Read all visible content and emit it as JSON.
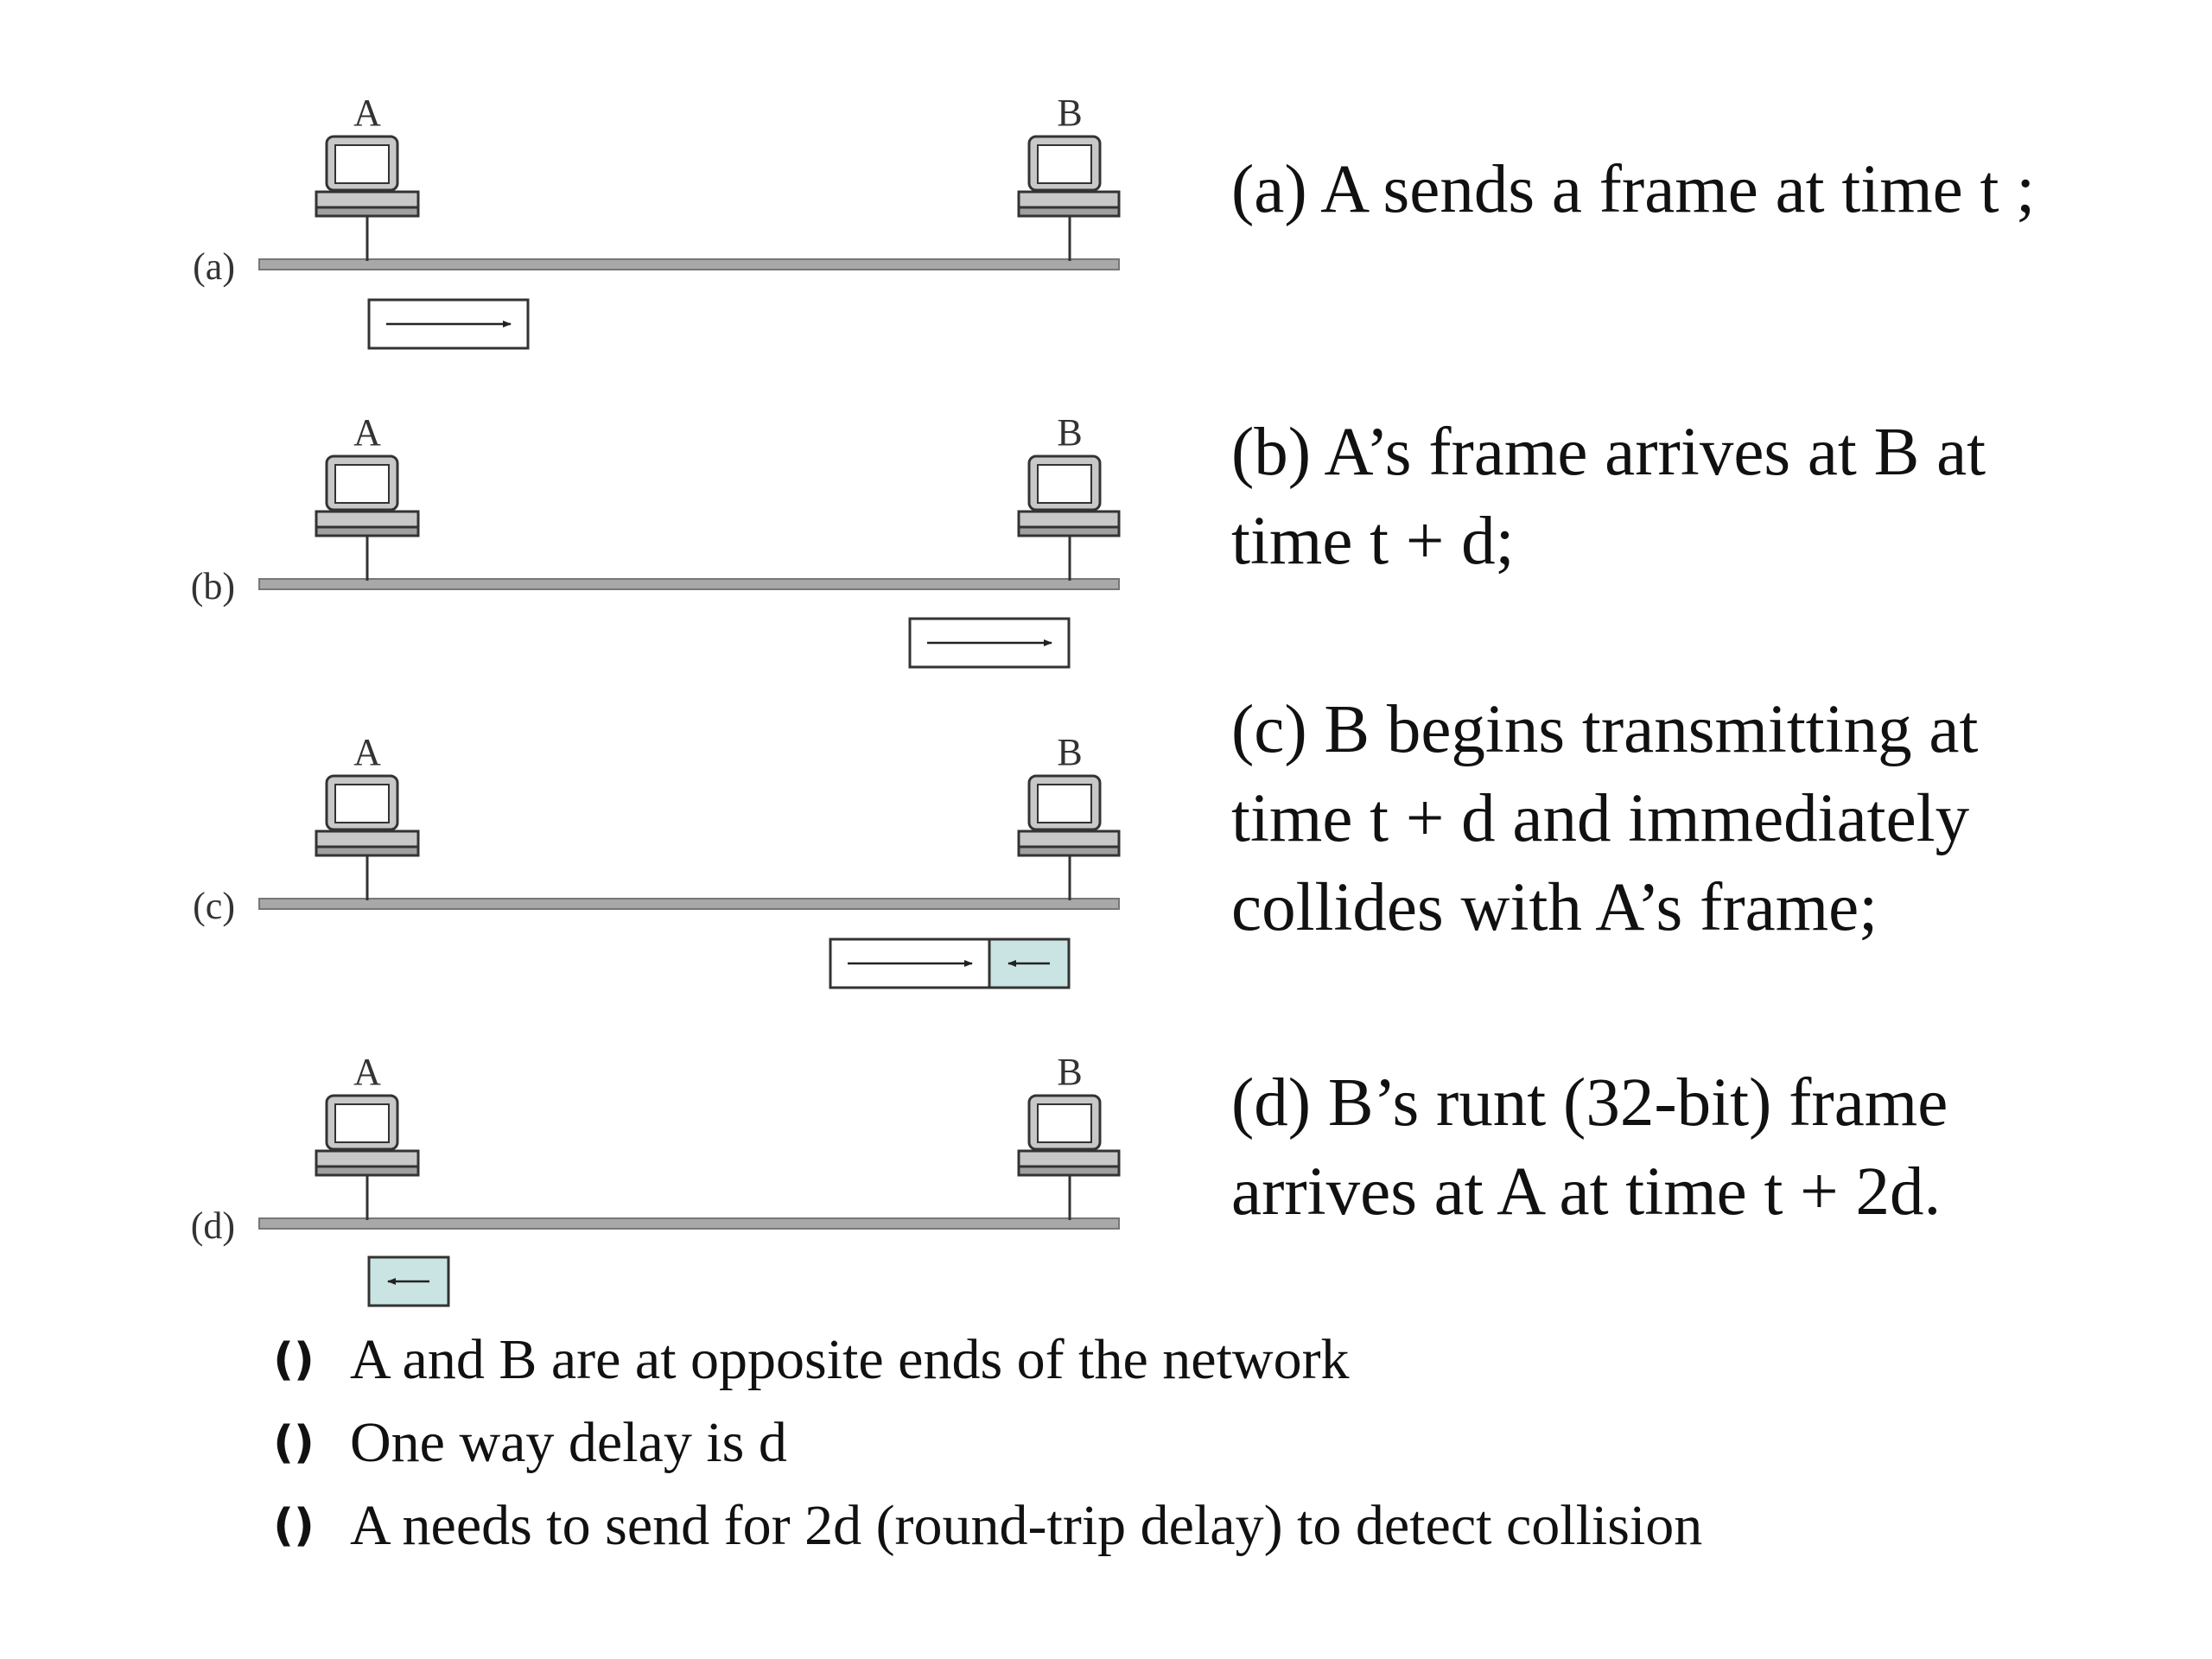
{
  "panels": [
    {
      "label": "(a)",
      "node_a": "A",
      "node_b": "B",
      "caption_lines": [
        "(a) A sends a frame at time t ;"
      ]
    },
    {
      "label": "(b)",
      "node_a": "A",
      "node_b": "B",
      "caption_lines": [
        "(b) A’s frame arrives at B at",
        "time t + d;"
      ]
    },
    {
      "label": "(c)",
      "node_a": "A",
      "node_b": "B",
      "caption_lines": [
        "(c) B begins transmitting at",
        "time t + d and immediately",
        "collides with A’s frame;"
      ]
    },
    {
      "label": "(d)",
      "node_a": "A",
      "node_b": "B",
      "caption_lines": [
        "(d) B’s runt (32-bit) frame",
        "arrives at A at time t + 2d."
      ]
    }
  ],
  "bullets": [
    {
      "icon": "bullet-icon",
      "text": "A and B are at opposite ends of the network"
    },
    {
      "icon": "bullet-icon",
      "text": "One way delay is d"
    },
    {
      "icon": "bullet-icon",
      "text": "A needs to send for 2d (round-trip delay) to detect collision"
    }
  ],
  "colors": {
    "cable": "#a8a8a8",
    "cable_edge": "#777777",
    "computer_fill": "#c8c8c8",
    "computer_outline": "#333333",
    "frame_a_fill": "#ffffff",
    "frame_b_fill": "#c9e4e2",
    "frame_outline": "#333333",
    "arrow": "#222222",
    "text": "#111111"
  }
}
